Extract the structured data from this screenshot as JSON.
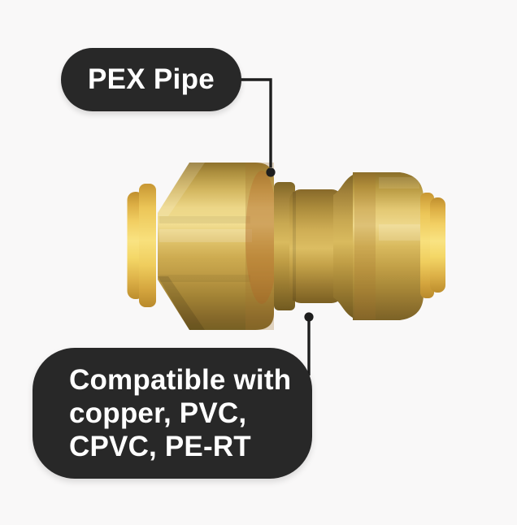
{
  "canvas": {
    "background": "#f9f8f8"
  },
  "callouts": {
    "pex": {
      "label": "PEX Pipe"
    },
    "compat": {
      "label": "Compatible with copper, PVC, CPVC, PE-RT",
      "lines": [
        "Compatible with",
        "copper, PVC,",
        "CPVC, PE-RT"
      ]
    }
  },
  "style": {
    "callout_background": "#282828",
    "callout_text_color": "#ffffff",
    "connector_color": "#1e1e1e",
    "brass_color": "#cfae55",
    "collar_yellow_color": "#f5d768"
  }
}
